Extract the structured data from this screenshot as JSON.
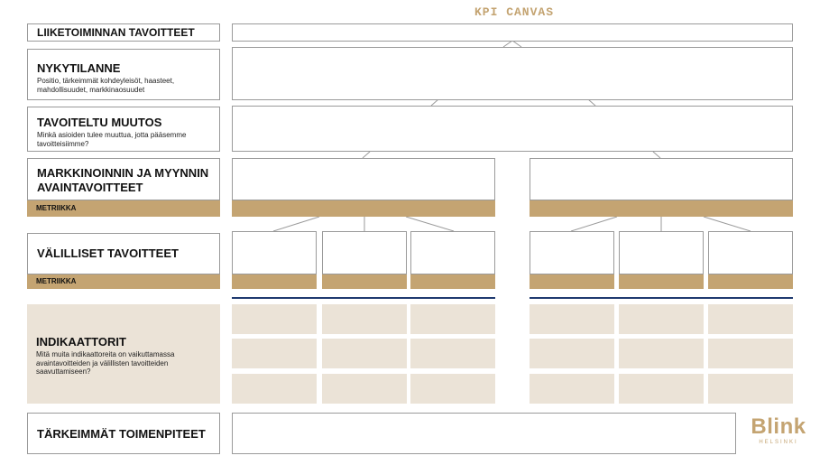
{
  "canvas_title": "KPI CANVAS",
  "rows": {
    "liiketoiminnan": {
      "title": "LIIKETOIMINNAN TAVOITTEET"
    },
    "nykytilanne": {
      "title": "NYKYTILANNE",
      "subtitle": "Positio, tärkeimmät kohdeyleisöt, haasteet, mahdollisuudet, markkinaosuudet"
    },
    "tavoiteltu": {
      "title": "TAVOITELTU MUUTOS",
      "subtitle": "Minkä asioiden tulee muuttua, jotta pääsemme tavoitteisiimme?"
    },
    "markkinoinnin": {
      "title": "MARKKINOINNIN JA MYYNNIN AVAINTAVOITTEET",
      "metric": "METRIIKKA"
    },
    "valilliset": {
      "title": "VÄLILLISET TAVOITTEET",
      "metric": "METRIIKKA"
    },
    "indikaattorit": {
      "title": "INDIKAATTORIT",
      "subtitle": "Mitä muita indikaattoreita on vaikuttamassa avaintavoitteiden ja välillisten tavoitteiden saavuttamiseen?"
    },
    "toimenpiteet": {
      "title": "TÄRKEIMMÄT TOIMENPITEET"
    }
  },
  "logo": {
    "wordmark": "Blink",
    "tagline": "HELSINKI"
  },
  "colors": {
    "accent": "#c4a472",
    "indicator_bg": "#ebe3d7",
    "border": "#9a9a9a",
    "divider": "#1f3a6f"
  }
}
